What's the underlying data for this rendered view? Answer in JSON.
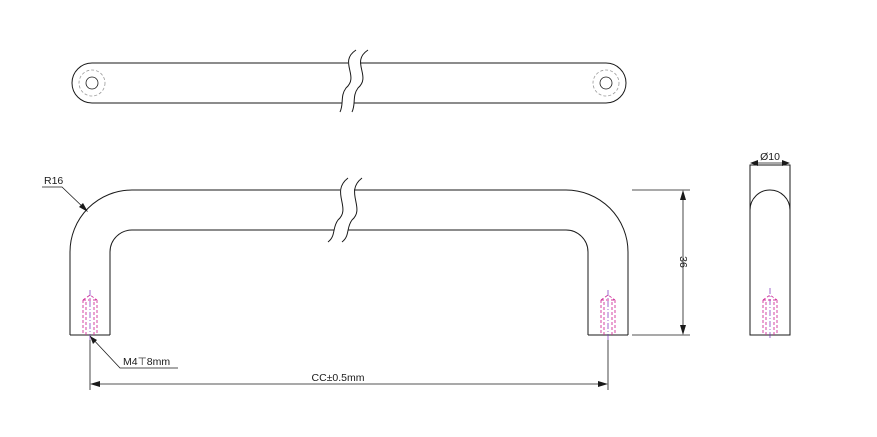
{
  "labels": {
    "radius": "R16",
    "thread": "M4",
    "thread_depth": "8mm",
    "center_distance": "CC±0.5mm",
    "height": "36",
    "diameter": "Ø10"
  },
  "colors": {
    "line": "#1a1a1a",
    "hidden_line": "#d0309a",
    "center_line": "#7a2bb8",
    "hidden_top_view": "#9a9a9a"
  }
}
